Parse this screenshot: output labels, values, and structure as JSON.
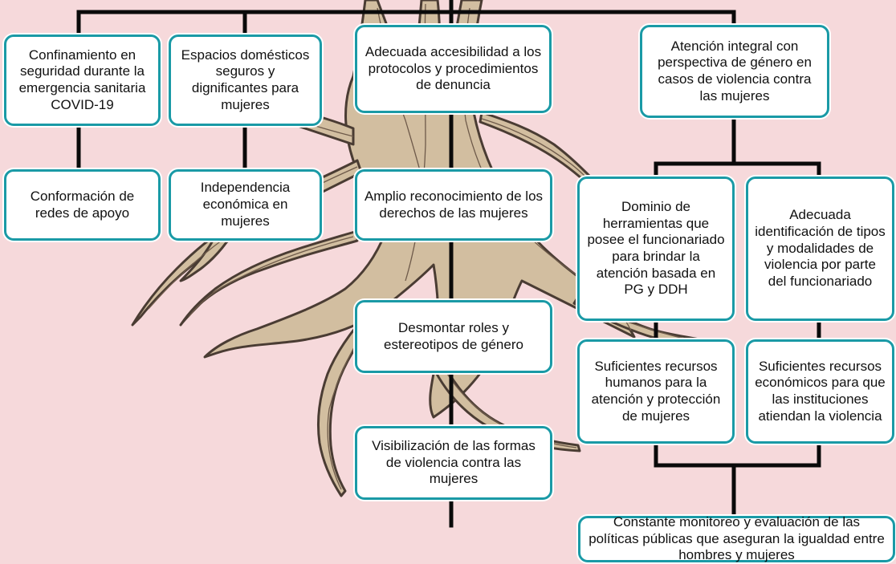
{
  "colors": {
    "background": "#f6d9db",
    "box_border": "#1a9aa6",
    "box_fill": "#ffffff",
    "connector": "#0a0a0a",
    "root_fill": "#d2bea0",
    "root_outline": "#4a3c33"
  },
  "nodes": {
    "confinamiento": "Confinamiento en seguridad durante la emergencia sanitaria COVID-19",
    "espacios": "Espacios domésticos seguros y dignificantes para mujeres",
    "accesibilidad": "Adecuada accesibilidad a los protocolos y procedimientos de denuncia",
    "atencion_integral": "Atención integral con perspectiva de género en casos de violencia contra las mujeres",
    "redes_apoyo": "Conformación de redes de apoyo",
    "independencia": "Independencia económica en mujeres",
    "reconocimiento": "Amplio reconocimiento de los derechos de las mujeres",
    "dominio_herramientas": "Dominio de herramientas que posee el funcionariado para brindar la atención basada en PG y DDH",
    "identificacion": "Adecuada identificación de tipos y modalidades de violencia por parte del funcionariado",
    "desmontar_roles": "Desmontar roles y estereotipos de género",
    "recursos_humanos": "Suficientes recursos humanos para la atención y protección de mujeres",
    "recursos_economicos": "Suficientes recursos económicos para que las instituciones atiendan la violencia",
    "visibilizacion": "Visibilización de las formas de violencia contra las mujeres",
    "monitoreo": "Constante monitoreo y evaluación de las políticas públicas que aseguran la igualdad entre hombres y mujeres"
  }
}
